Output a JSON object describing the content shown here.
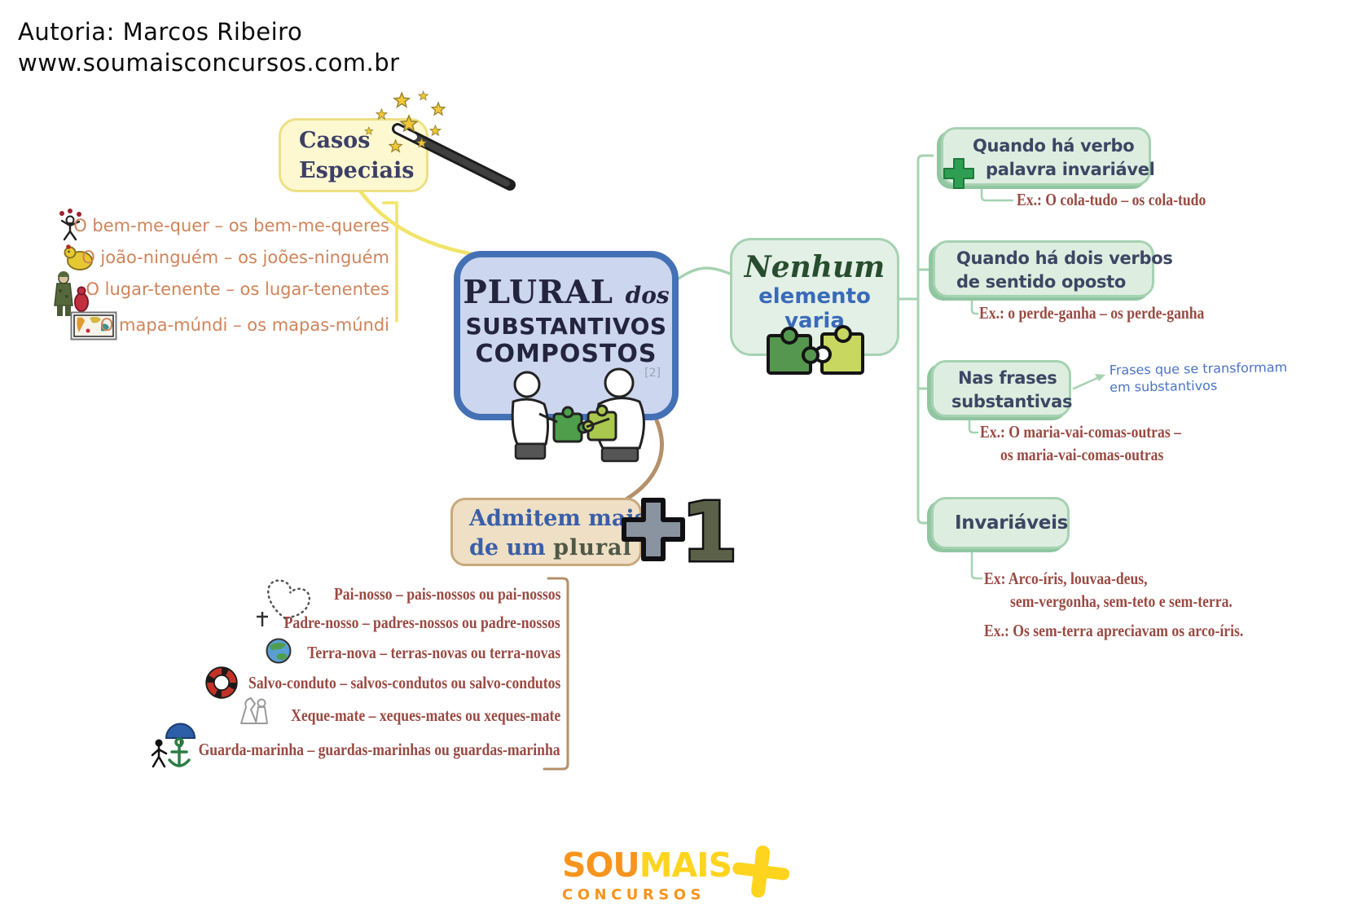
{
  "header": {
    "author_line": "Autoria: Marcos Ribeiro",
    "website_line": "www.soumaisconcursos.com.br"
  },
  "center_node": {
    "title_word": "PLURAL",
    "title_connector": "dos",
    "title_line2": "SUBSTANTIVOS",
    "title_line3": "COMPOSTOS",
    "footnote": "[2]",
    "icon": "people-puzzle-icon"
  },
  "casos_node": {
    "title_line1": "Casos",
    "title_line2": "Especiais",
    "icon": "magic-wand-icon",
    "items": [
      {
        "icon": "juggler-icon",
        "text": "O bem-me-quer – os bem-me-queres"
      },
      {
        "icon": "chick-icon",
        "text": "O joão-ninguém – os joões-ninguém"
      },
      {
        "icon": "soldier-icon",
        "text": "O lugar-tenente – os lugar-tenentes"
      },
      {
        "icon": "world-map-icon",
        "text": "O mapa-múndi – os mapas-múndi"
      }
    ]
  },
  "nenhum_node": {
    "title": "Nenhum",
    "subtitle_line1": "elemento",
    "subtitle_line2": "varia",
    "icon": "puzzle-pieces-icon"
  },
  "branches": [
    {
      "label_line1": "Quando há verbo",
      "label_line2": "palavra invariável",
      "icon": "green-plus-icon",
      "example": "Ex.: O cola-tudo – os cola-tudo"
    },
    {
      "label_line1": "Quando há dois verbos",
      "label_line2": "de sentido oposto",
      "example": "Ex.: o perde-ganha – os perde-ganha"
    },
    {
      "label_line1": "Nas frases",
      "label_line2": "substantivas",
      "note_line1": "Frases que se transformam",
      "note_line2": "em substantivos",
      "example_line1": "Ex.: O maria-vai-comas-outras –",
      "example_line2": "os maria-vai-comas-outras"
    },
    {
      "label_line1": "Invariáveis",
      "example_line1": "Ex: Arco-íris, louvaa-deus,",
      "example_line2": "sem-vergonha, sem-teto e sem-terra.",
      "example_extra": "Ex.: Os sem-terra apreciavam os arco-íris."
    }
  ],
  "admitem_node": {
    "title_line1": "Admitem mais",
    "title_line2_prefix": "de um ",
    "title_line2_word": "plural",
    "badge_plus": "+",
    "badge_one": "1",
    "icon": "plus-one-badge",
    "items": [
      {
        "icon": "rosary-icon",
        "text": "Pai-nosso – pais-nossos ou pai-nossos"
      },
      {
        "icon": "rosary-icon",
        "text": "Padre-nosso – padres-nossos ou padre-nossos"
      },
      {
        "icon": "globe-icon",
        "text": "Terra-nova – terras-novas ou terra-novas"
      },
      {
        "icon": "life-ring-icon",
        "text": "Salvo-conduto – salvos-condutos ou salvo-condutos"
      },
      {
        "icon": "chess-pieces-icon",
        "text": "Xeque-mate – xeques-mates ou xeques-mate"
      },
      {
        "icon": "umbrella-anchor-icon",
        "text": "Guarda-marinha – guardas-marinhas ou guardas-marinha"
      }
    ]
  },
  "logo": {
    "word1": "SOU",
    "word2": "MAIS",
    "plus": "+",
    "word3": "CONCURSOS"
  },
  "colors": {
    "casos_fill": "#fdf8d0",
    "casos_border": "#ece084",
    "yellow_line": "#f1e468",
    "center_fill": "#ccd6ee",
    "center_border": "#4471b5",
    "green_fill": "#ddeee0",
    "green_border": "#a6d2b2",
    "brown_line": "#b5906a",
    "orange_text": "#d0845a",
    "red_text": "#9a4a42",
    "branch_title_text": "#3d4663",
    "blue_note": "#4a74c4",
    "admitem_fill": "#eedfc5",
    "admitem_border": "#c8a87e",
    "logo_orange": "#f7941e",
    "logo_yellow": "#ffd41e"
  }
}
